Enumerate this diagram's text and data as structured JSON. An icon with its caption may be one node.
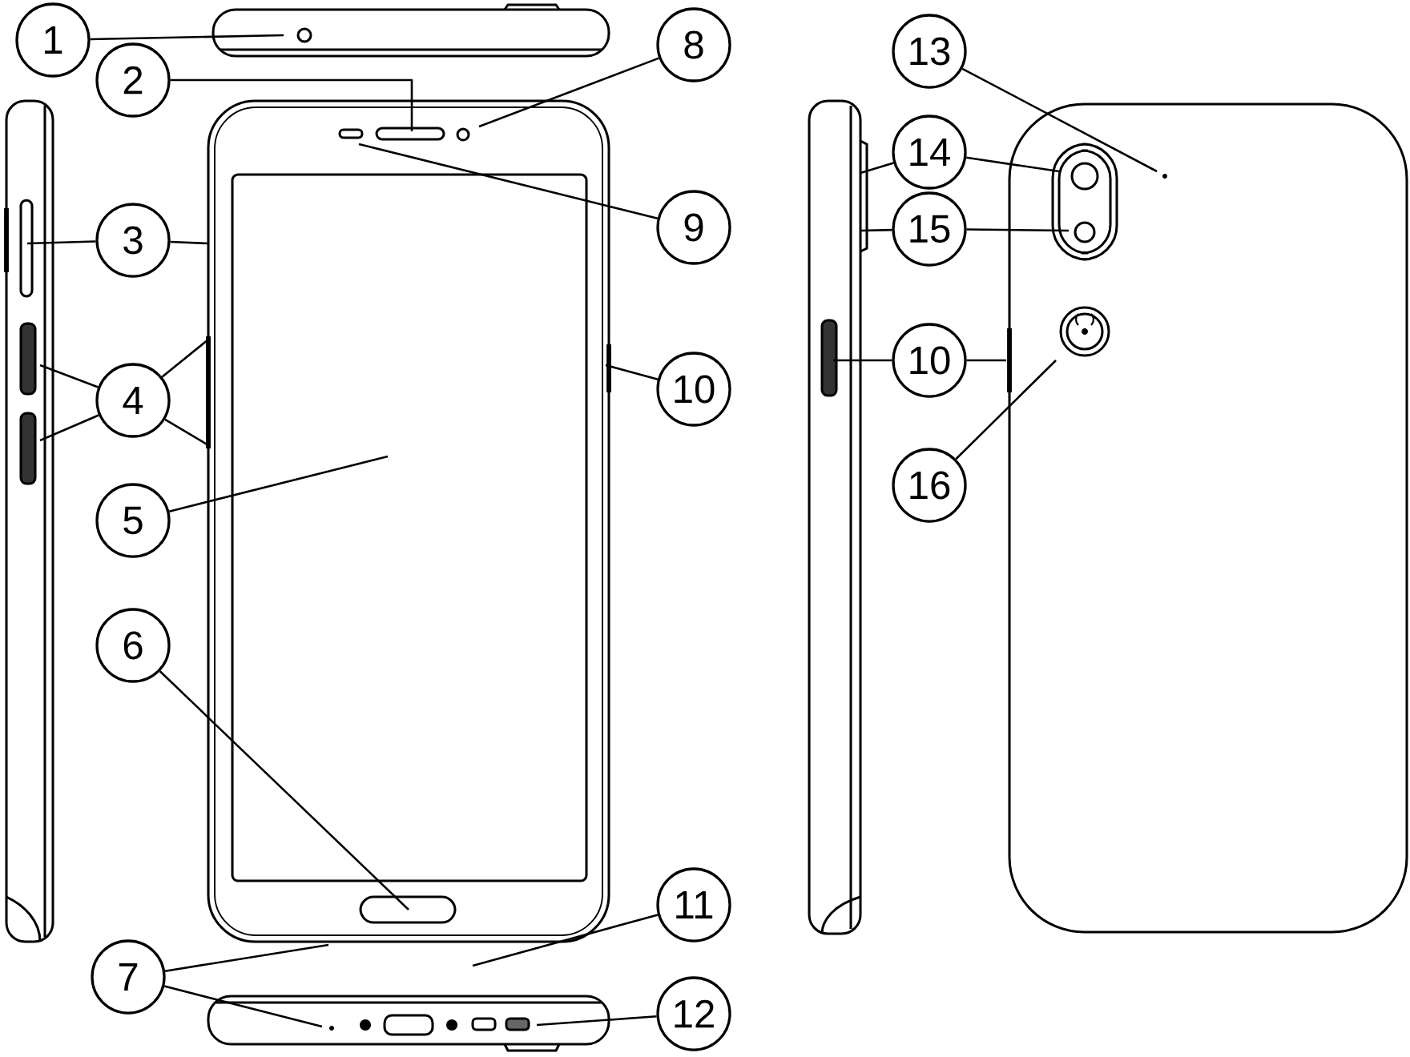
{
  "diagram": {
    "nodes": [
      {
        "text": [
          "1"
        ]
      },
      {
        "text": [
          "2"
        ]
      },
      {
        "text": [
          "3"
        ]
      },
      {
        "text": [
          "4"
        ]
      },
      {
        "text": [
          "5"
        ]
      },
      {
        "text": [
          "6"
        ]
      },
      {
        "text": [
          "7"
        ]
      },
      {
        "text": [
          "8"
        ]
      },
      {
        "text": [
          "9"
        ]
      },
      {
        "text": [
          "10"
        ]
      },
      {
        "text": [
          "11"
        ]
      },
      {
        "text": [
          "12"
        ]
      },
      {
        "text": [
          "13"
        ]
      },
      {
        "text": [
          "14"
        ]
      },
      {
        "text": [
          "15"
        ]
      },
      {
        "text": [
          "10"
        ]
      },
      {
        "text": [
          "16"
        ]
      }
    ],
    "edges": [
      {
        "from": 0,
        "to": null,
        "arrow": "none"
      },
      {
        "from": 1,
        "to": null,
        "arrow": "none"
      },
      {
        "from": 2,
        "to": null,
        "arrow": "none"
      },
      {
        "from": 2,
        "to": null,
        "arrow": "none"
      },
      {
        "from": 3,
        "to": null,
        "arrow": "none"
      },
      {
        "from": 3,
        "to": null,
        "arrow": "none"
      },
      {
        "from": 3,
        "to": null,
        "arrow": "none"
      },
      {
        "from": 3,
        "to": null,
        "arrow": "none"
      },
      {
        "from": 4,
        "to": null,
        "arrow": "none"
      },
      {
        "from": 5,
        "to": null,
        "arrow": "none"
      },
      {
        "from": 6,
        "to": null,
        "arrow": "none"
      },
      {
        "from": 6,
        "to": null,
        "arrow": "none"
      },
      {
        "from": 7,
        "to": null,
        "arrow": "none"
      },
      {
        "from": 8,
        "to": null,
        "arrow": "none"
      },
      {
        "from": 9,
        "to": null,
        "arrow": "none"
      },
      {
        "from": 10,
        "to": null,
        "arrow": "none"
      },
      {
        "from": 11,
        "to": null,
        "arrow": "none"
      },
      {
        "from": 12,
        "to": null,
        "arrow": "none"
      },
      {
        "from": 13,
        "to": null,
        "arrow": "none"
      },
      {
        "from": 13,
        "to": null,
        "arrow": "none"
      },
      {
        "from": 14,
        "to": null,
        "arrow": "none"
      },
      {
        "from": 14,
        "to": null,
        "arrow": "none"
      },
      {
        "from": 15,
        "to": null,
        "arrow": "none"
      },
      {
        "from": 15,
        "to": null,
        "arrow": "none"
      },
      {
        "from": 16,
        "to": null,
        "arrow": "none"
      }
    ]
  }
}
